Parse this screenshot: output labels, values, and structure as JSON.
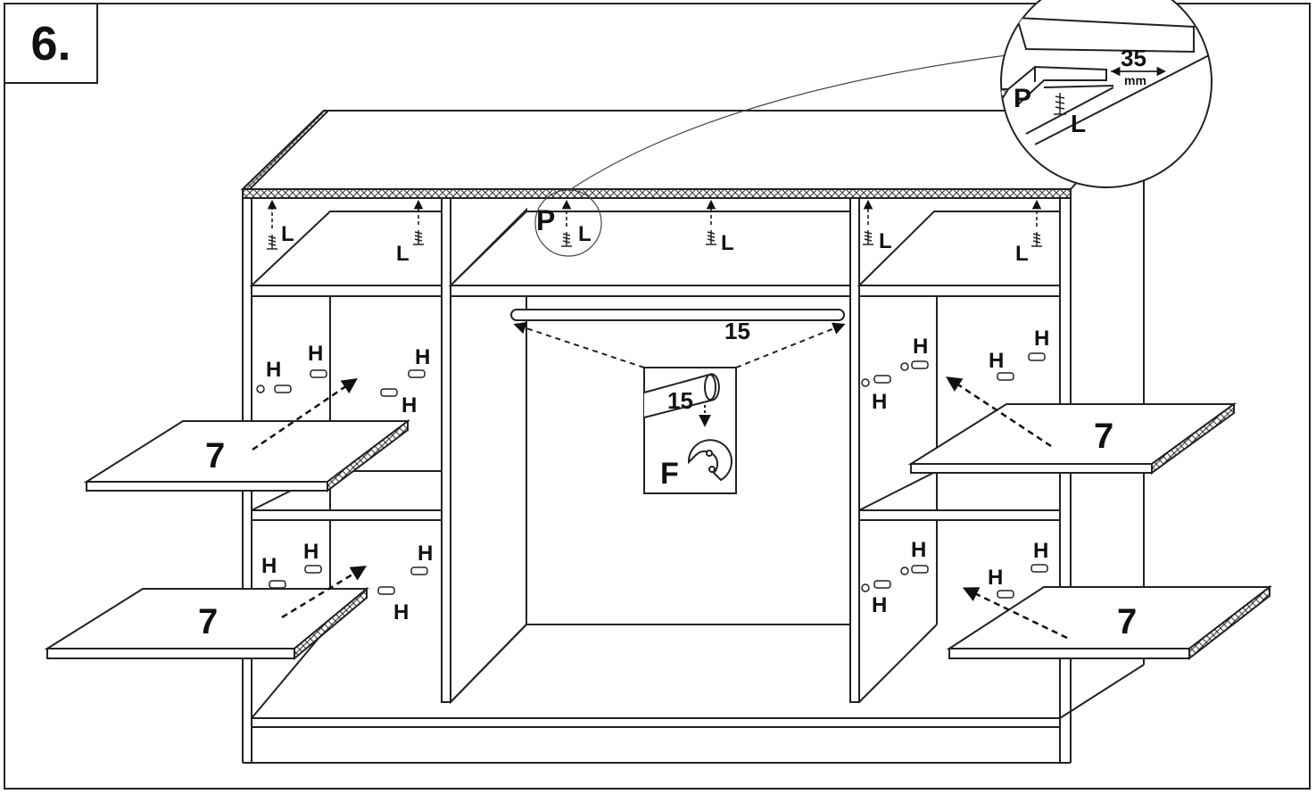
{
  "step": {
    "number": "6."
  },
  "parts": {
    "shelf": "7",
    "rail": "15",
    "rail_holder": "F",
    "shelf_pin": "H",
    "screw": "L",
    "top_panel": "P"
  },
  "detail": {
    "distance_value": "35",
    "distance_unit": "mm"
  }
}
